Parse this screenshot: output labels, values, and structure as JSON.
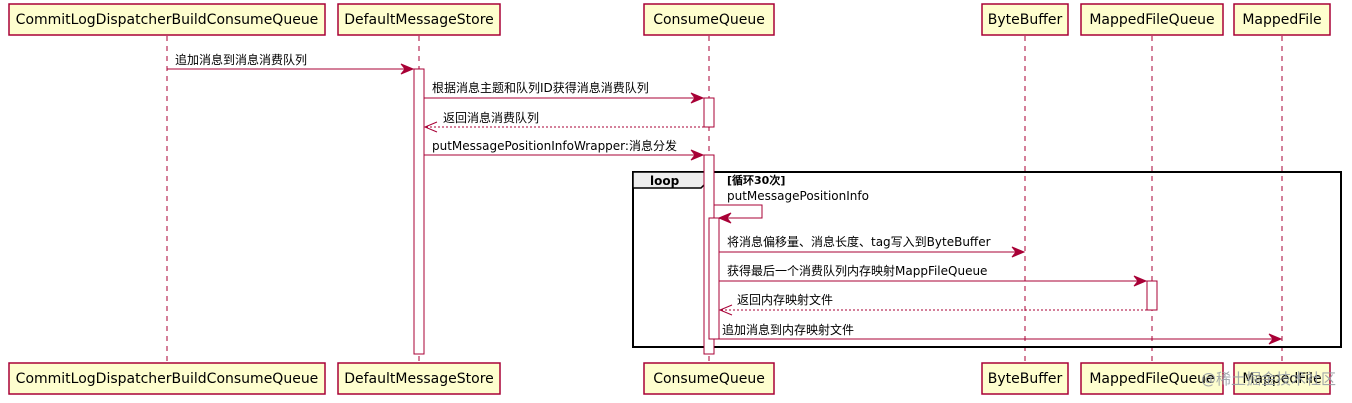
{
  "participants": [
    {
      "id": "cldb",
      "name": "CommitLogDispatcherBuildConsumeQueue"
    },
    {
      "id": "dms",
      "name": "DefaultMessageStore"
    },
    {
      "id": "cq",
      "name": "ConsumeQueue"
    },
    {
      "id": "bb",
      "name": "ByteBuffer"
    },
    {
      "id": "mfq",
      "name": "MappedFileQueue"
    },
    {
      "id": "mf",
      "name": "MappedFile"
    }
  ],
  "messages": [
    {
      "from": "cldb",
      "to": "dms",
      "label": "追加消息到消息消费队列",
      "kind": "sync"
    },
    {
      "from": "dms",
      "to": "cq",
      "label": "根据消息主题和队列ID获得消息消费队列",
      "kind": "sync"
    },
    {
      "from": "cq",
      "to": "dms",
      "label": "返回消息消费队列",
      "kind": "return"
    },
    {
      "from": "dms",
      "to": "cq",
      "label": "putMessagePositionInfoWrapper:消息分发",
      "kind": "sync"
    },
    {
      "from": "cq",
      "to": "cq",
      "label": "putMessagePositionInfo",
      "kind": "self"
    },
    {
      "from": "cq",
      "to": "bb",
      "label": "将消息偏移量、消息长度、tag写入到ByteBuffer",
      "kind": "sync"
    },
    {
      "from": "cq",
      "to": "mfq",
      "label": "获得最后一个消费队列内存映射MappFileQueue",
      "kind": "sync"
    },
    {
      "from": "mfq",
      "to": "cq",
      "label": "返回内存映射文件",
      "kind": "return"
    },
    {
      "from": "cq",
      "to": "mf",
      "label": "追加消息到内存映射文件",
      "kind": "sync"
    }
  ],
  "loop": {
    "keyword": "loop",
    "condition": "[循环30次]"
  },
  "watermark": "@稀土掘金技术社区"
}
